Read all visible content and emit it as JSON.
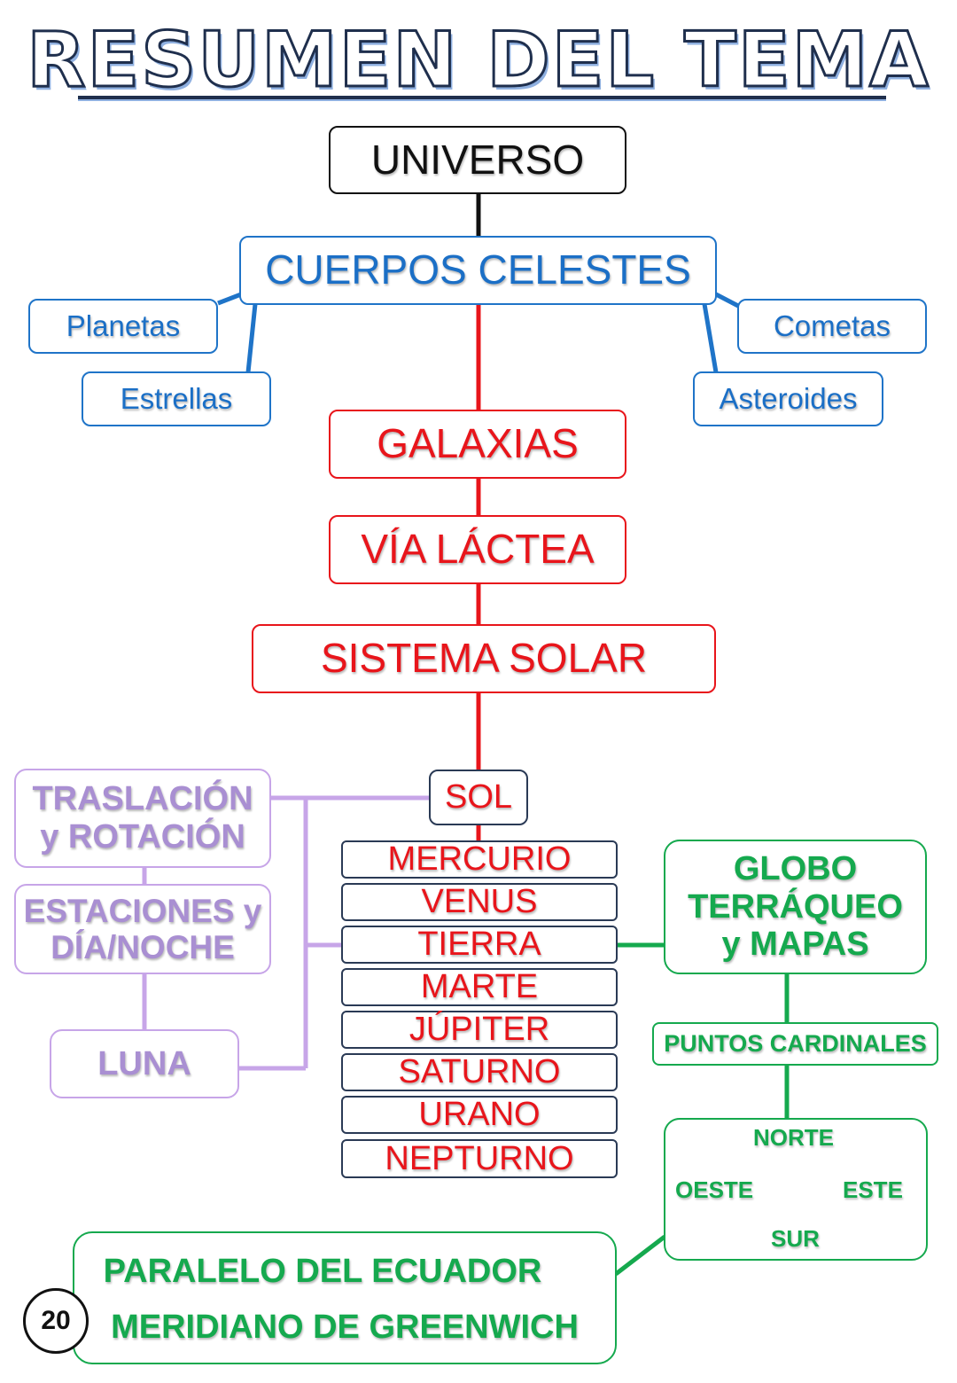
{
  "title": "RESUMEN DEL TEMA",
  "universe": "UNIVERSO",
  "celestial_bodies": {
    "label": "CUERPOS CELESTES",
    "left": [
      "Planetas",
      "Estrellas"
    ],
    "right": [
      "Cometas",
      "Asteroides"
    ]
  },
  "chain": [
    "GALAXIAS",
    "VÍA LÁCTEA",
    "SISTEMA SOLAR"
  ],
  "sun": "SOL",
  "planets": [
    "MERCURIO",
    "VENUS",
    "TIERRA",
    "MARTE",
    "JÚPITER",
    "SATURNO",
    "URANO",
    "NEPTURNO"
  ],
  "movements": {
    "translation_line1": "TRASLACIÓN",
    "translation_line2": "y ROTACIÓN",
    "seasons_line1": "ESTACIONES y",
    "seasons_line2": "DÍA/NOCHE",
    "moon": "LUNA"
  },
  "earth_tools": {
    "globe_line1": "GLOBO",
    "globe_line2": "TERRÁQUEO",
    "globe_line3": "y MAPAS",
    "cardinal_points": "PUNTOS CARDINALES",
    "compass": {
      "north": "NORTE",
      "south": "SUR",
      "east": "ESTE",
      "west": "OESTE"
    },
    "equator": "PARALELO DEL ECUADOR",
    "greenwich": "MERIDIANO DE GREENWICH"
  },
  "page_number": "20",
  "colors": {
    "black": "#111111",
    "blue": "#1b6fc6",
    "red": "#e8151b",
    "purple": "#a98fd2",
    "green": "#15a94e",
    "compass_arrows": "#5b8fd6"
  }
}
